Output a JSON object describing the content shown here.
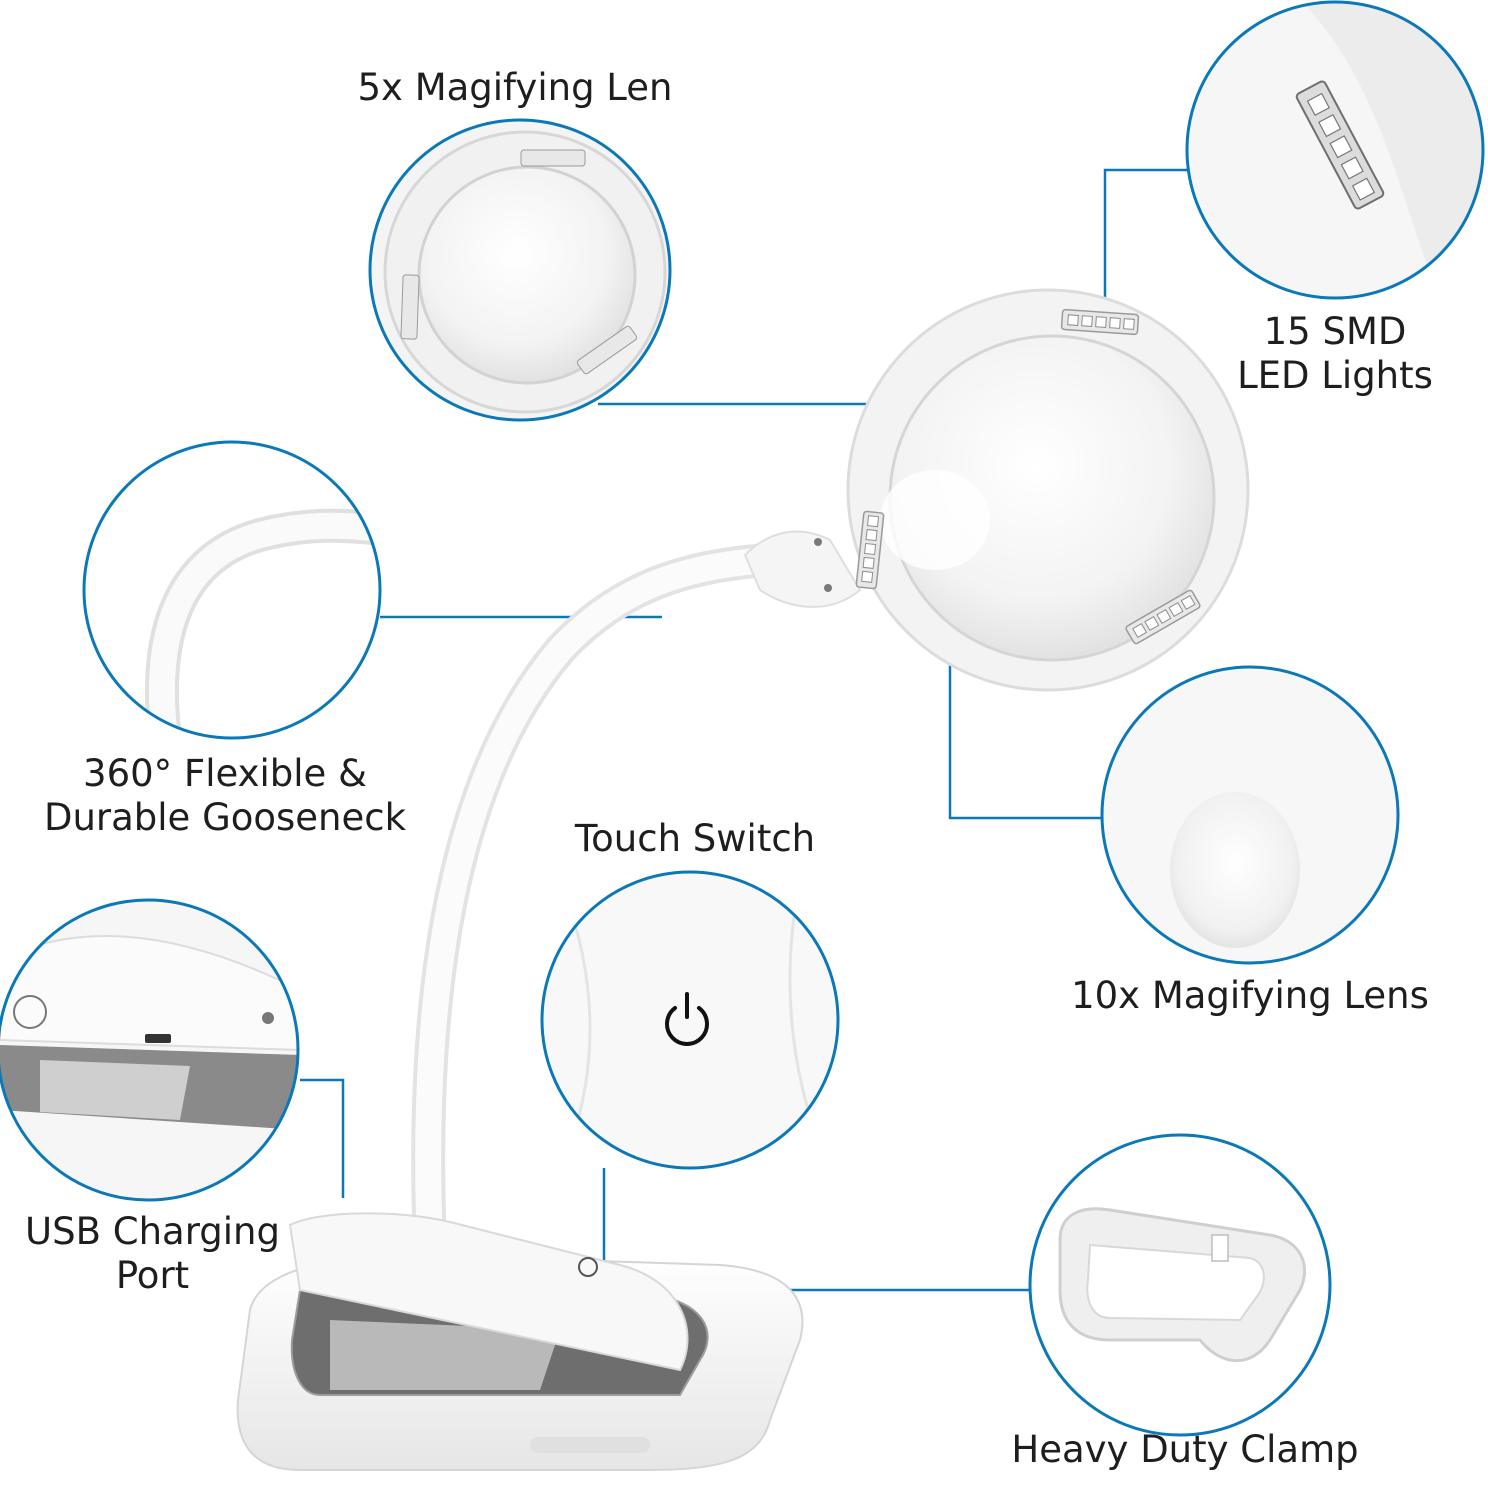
{
  "colors": {
    "callout_ring": "#0b78b8",
    "leader_line": "#0b78b8",
    "text": "#1e1e1e",
    "product_white": "#f7f7f7",
    "product_shadow": "#d9d9d9",
    "led": "#fafafa"
  },
  "labels": {
    "magnifying_5x": "5x Magifying Len",
    "led_lights_line1": "15 SMD",
    "led_lights_line2": "LED Lights",
    "gooseneck_line1": "360° Flexible &",
    "gooseneck_line2": "Durable Gooseneck",
    "touch_switch": "Touch Switch",
    "magnifying_10x": "10x Magifying Lens",
    "usb_line1": "USB Charging",
    "usb_line2": "Port",
    "clamp": "Heavy Duty Clamp"
  },
  "icons": {
    "power": "power-icon",
    "led_strip": "led-strip-icon"
  }
}
